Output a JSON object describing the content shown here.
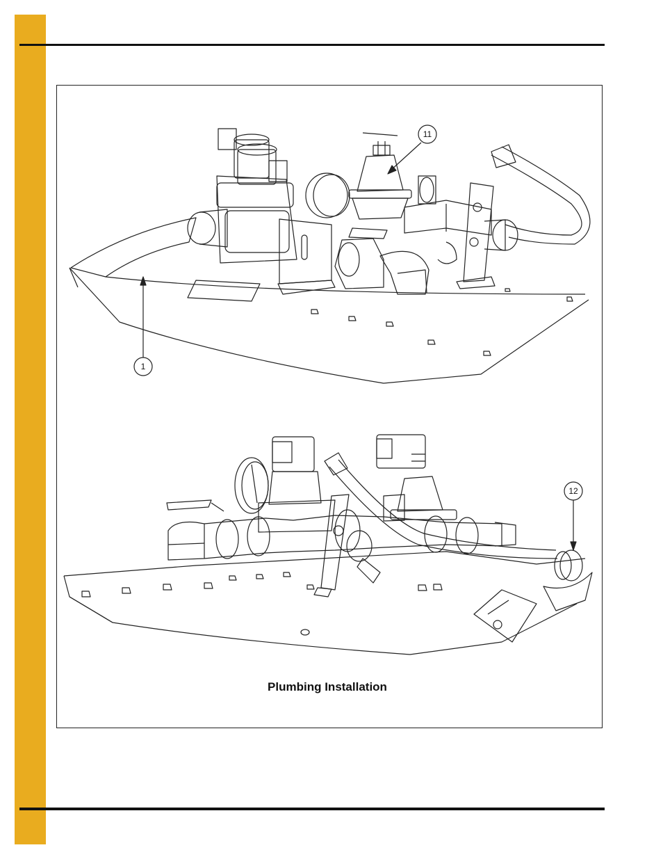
{
  "figure": {
    "caption": "Plumbing Installation",
    "callouts": [
      {
        "id": "callout-1",
        "label": "1"
      },
      {
        "id": "callout-11",
        "label": "11"
      },
      {
        "id": "callout-12",
        "label": "12"
      }
    ]
  },
  "colors": {
    "side_bar": "#e9ac1f",
    "rule": "#111111",
    "line_art": "#222222"
  }
}
